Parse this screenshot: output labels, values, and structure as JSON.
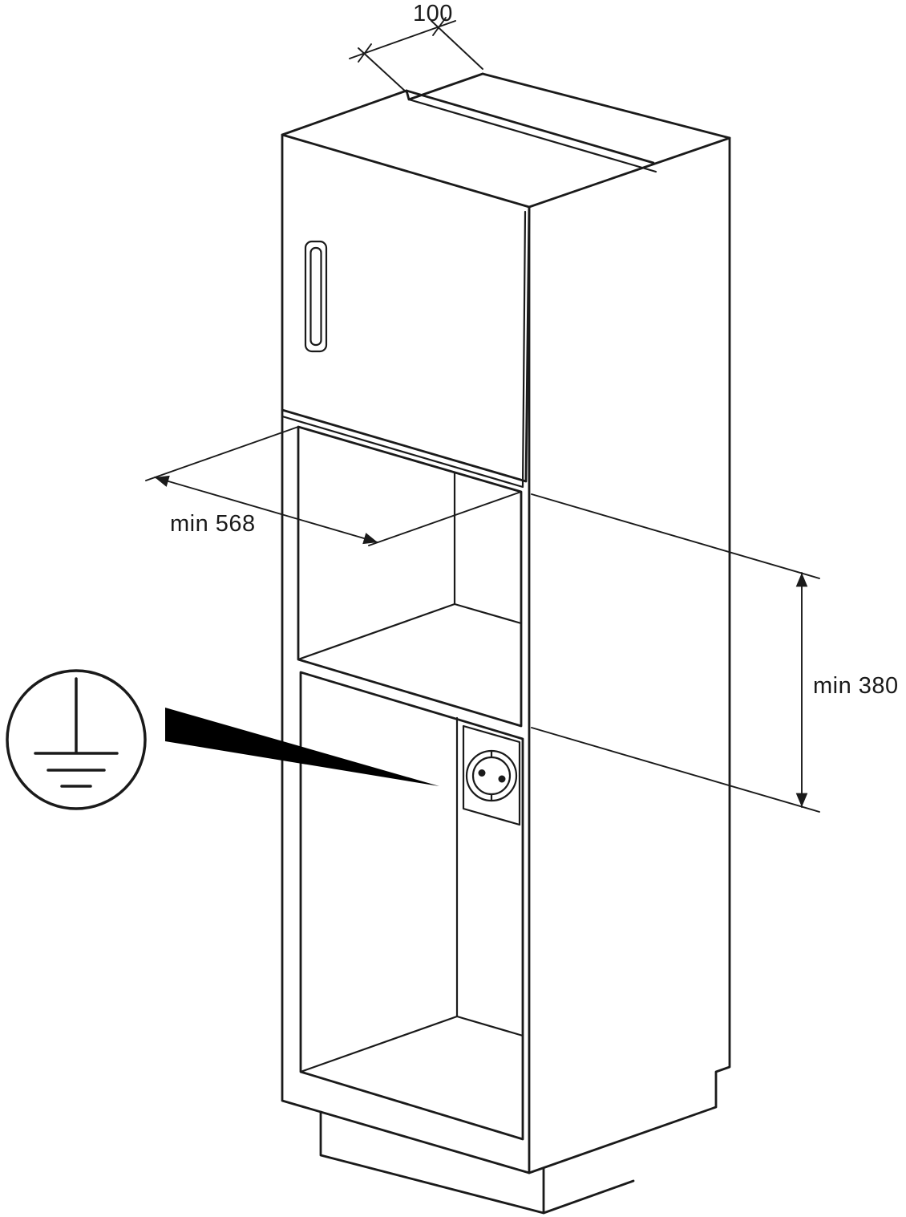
{
  "colors": {
    "line": "#1a1a1a",
    "background": "#ffffff",
    "arrow_fill": "#000000"
  },
  "labels": {
    "top_gap": "100",
    "niche_width": "min 568",
    "niche_height": "min 380"
  },
  "icons": {
    "earth_symbol": "earth-ground-symbol-icon",
    "socket": "power-socket",
    "callout_arrow": "callout-arrow"
  }
}
